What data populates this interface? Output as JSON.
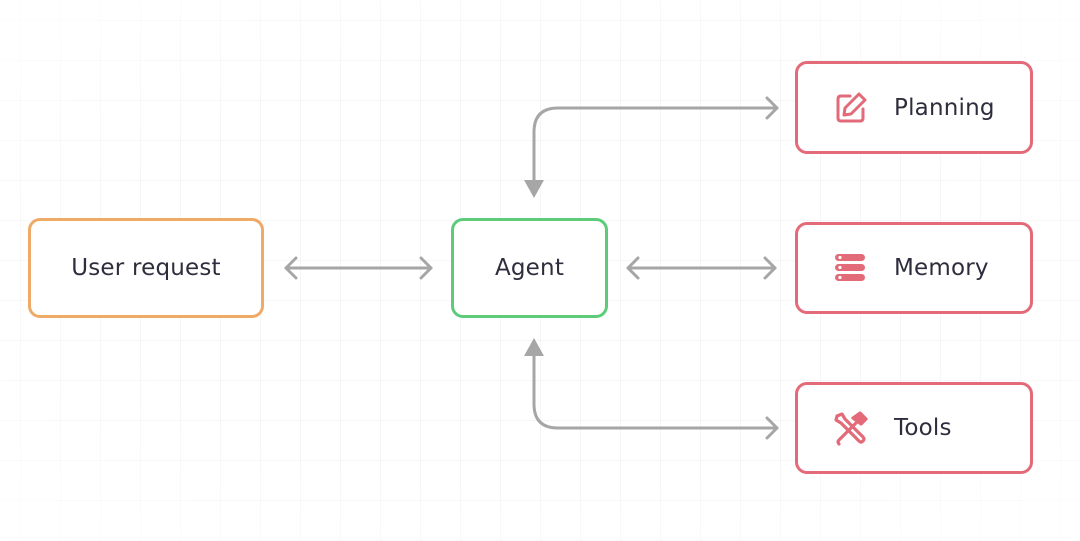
{
  "diagram": {
    "nodes": {
      "user_request": {
        "label": "User request"
      },
      "agent": {
        "label": "Agent"
      },
      "planning": {
        "label": "Planning",
        "icon": "edit-icon"
      },
      "memory": {
        "label": "Memory",
        "icon": "storage-icon"
      },
      "tools": {
        "label": "Tools",
        "icon": "tools-icon"
      }
    },
    "colors": {
      "user_request_border": "#eeaa66",
      "agent_border": "#5ecb7a",
      "module_border": "#e36a78",
      "icon": "#e36a78",
      "arrow": "#a6a6a6",
      "text": "#2e2d3d"
    },
    "edges": [
      {
        "from": "User request",
        "to": "Agent",
        "direction": "both"
      },
      {
        "from": "Agent",
        "to": "Planning",
        "direction": "both"
      },
      {
        "from": "Agent",
        "to": "Memory",
        "direction": "both"
      },
      {
        "from": "Agent",
        "to": "Tools",
        "direction": "both"
      }
    ]
  }
}
